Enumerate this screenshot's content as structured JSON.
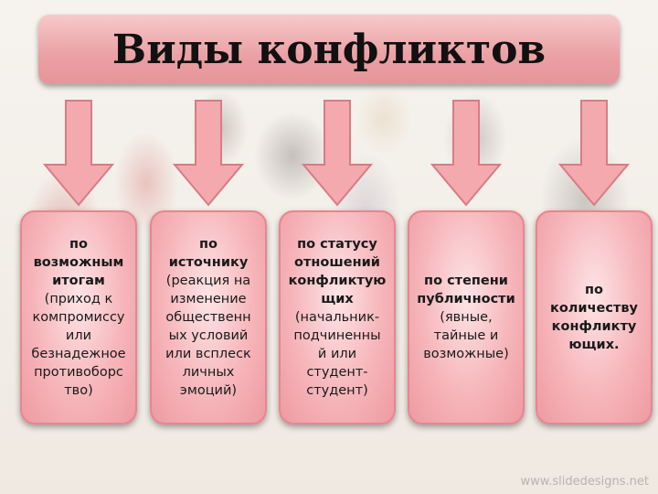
{
  "title": "Виды конфликтов",
  "watermark": "www.slidedesigns.net",
  "colors": {
    "card_fill": "#f6b6bb",
    "card_border": "#e9858d",
    "arrow_fill": "#f3a9ae",
    "title_fill": "#eaa0a4"
  },
  "cards": [
    {
      "bold": [
        "по",
        "возможным",
        "итогам"
      ],
      "normal": [
        "(приход к",
        "компромиссу",
        "или",
        "безнадежное",
        "противоборс",
        "тво)"
      ]
    },
    {
      "bold": [
        "по",
        "источнику"
      ],
      "normal": [
        "(реакция на",
        "изменение",
        "общественн",
        "ых условий",
        "или всплеск",
        "личных",
        "эмоций)"
      ]
    },
    {
      "bold": [
        "по статусу",
        "отношений",
        "конфликтую",
        "щих"
      ],
      "normal": [
        "(начальник-",
        "подчиненны",
        "й или",
        "студент-",
        "студент)"
      ]
    },
    {
      "bold": [
        "по степени",
        "публичности"
      ],
      "normal": [
        "(явные,",
        "тайные и",
        "возможные)"
      ]
    },
    {
      "bold": [
        "по",
        "количеству",
        "конфликту",
        "ющих."
      ],
      "normal": []
    }
  ]
}
